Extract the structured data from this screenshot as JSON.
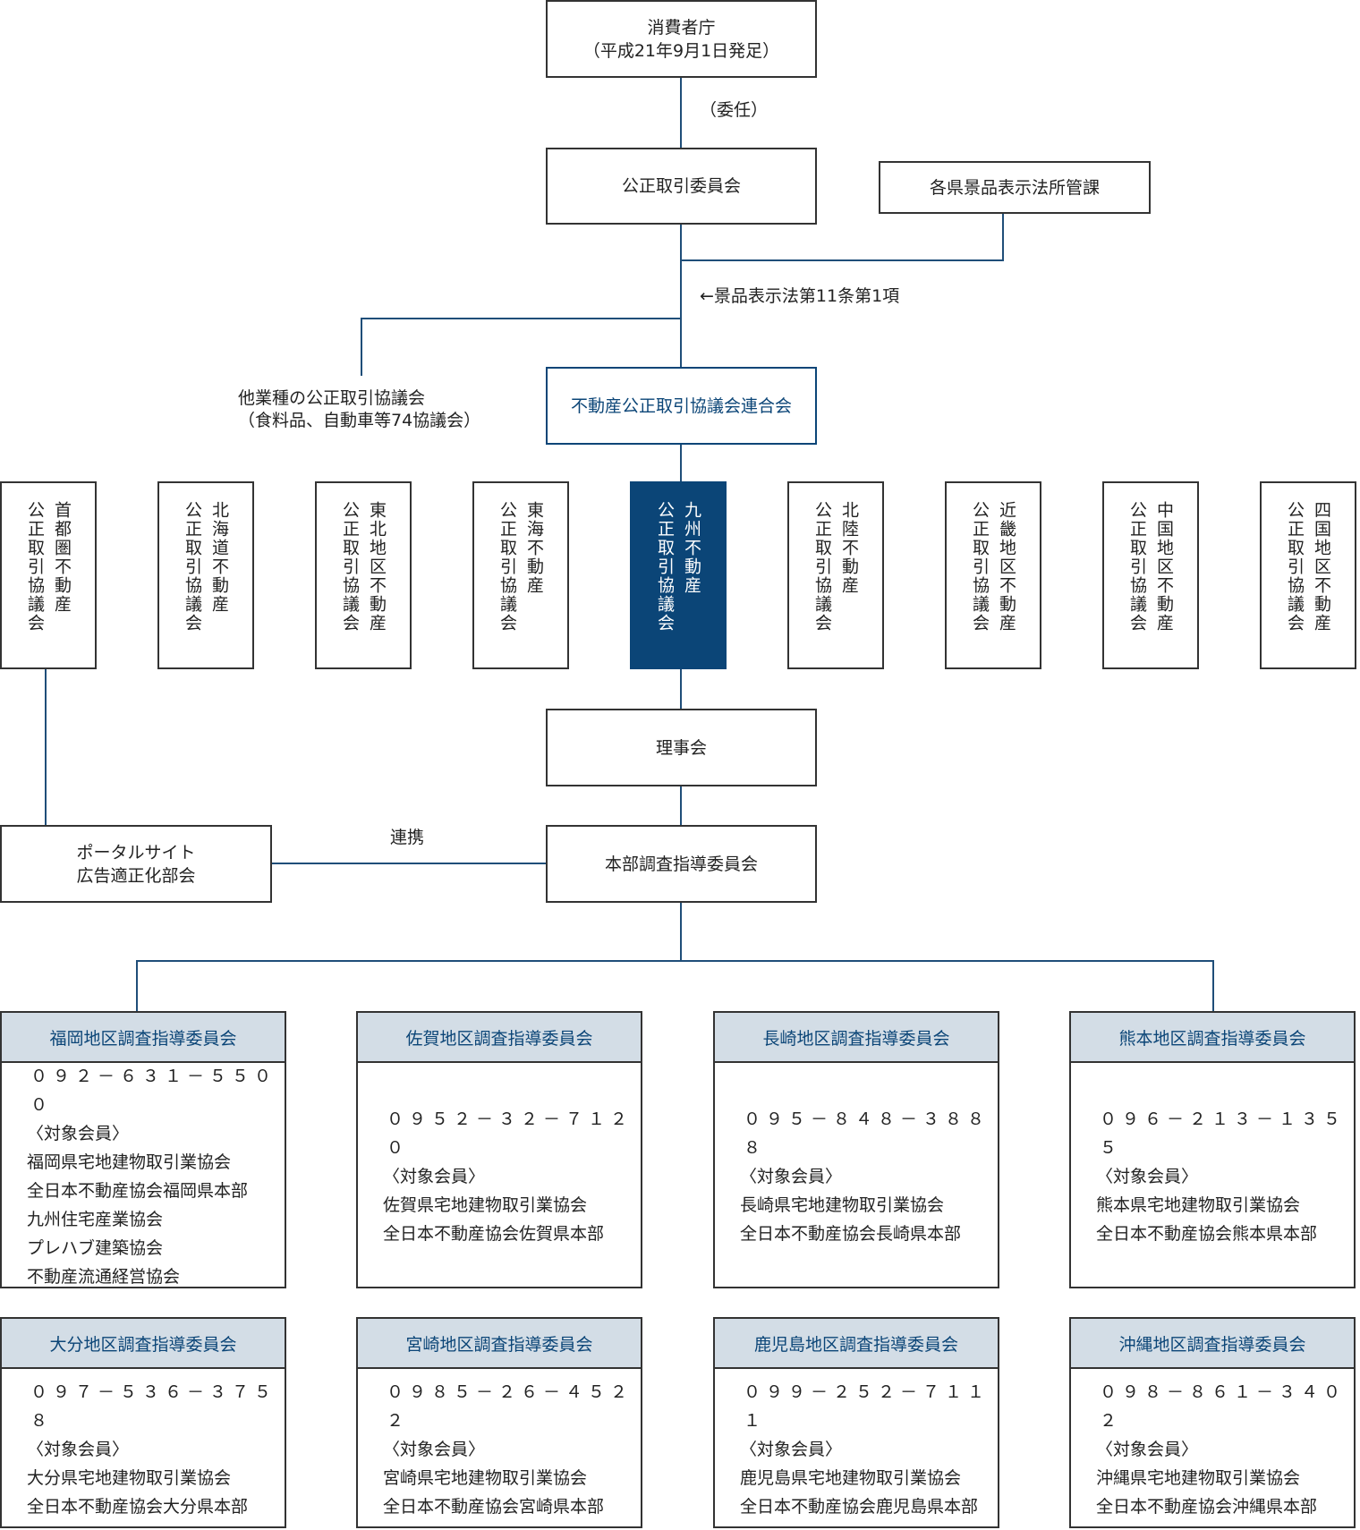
{
  "top": {
    "caa_name": "消費者庁",
    "caa_note": "（平成21年9月1日発足）",
    "delegation_label": "（委任）",
    "ftc": "公正取引委員会",
    "prefecture_office": "各県景品表示法所管課",
    "law_label": "←景品表示法第11条第1項",
    "other_councils_1": "他業種の公正取引協議会",
    "other_councils_2": "（食料品、自動車等74協議会）",
    "federation": "不動産公正取引協議会連合会"
  },
  "regional_councils": [
    {
      "line1": "首都圏不動産",
      "line2": "公正取引協議会",
      "highlight": false
    },
    {
      "line1": "北海道不動産",
      "line2": "公正取引協議会",
      "highlight": false
    },
    {
      "line1": "東北地区不動産",
      "line2": "公正取引協議会",
      "highlight": false
    },
    {
      "line1": "東海不動産",
      "line2": "公正取引協議会",
      "highlight": false
    },
    {
      "line1": "九州不動産",
      "line2": "公正取引協議会",
      "highlight": true
    },
    {
      "line1": "北陸不動産",
      "line2": "公正取引協議会",
      "highlight": false
    },
    {
      "line1": "近畿地区不動産",
      "line2": "公正取引協議会",
      "highlight": false
    },
    {
      "line1": "中国地区不動産",
      "line2": "公正取引協議会",
      "highlight": false
    },
    {
      "line1": "四国地区不動産",
      "line2": "公正取引協議会",
      "highlight": false
    }
  ],
  "board": "理事会",
  "hq_committee": "本部調査指導委員会",
  "portal_1": "ポータルサイト",
  "portal_2": "広告適正化部会",
  "link_label": "連携",
  "colors": {
    "accent": "#0b4577",
    "header_bg": "#d3dde6",
    "line": "#1f4e79"
  },
  "district_committees": [
    {
      "name": "福岡地区調査指導委員会",
      "phone": "０９２－６３１－５５００",
      "members_label": "〈対象会員〉",
      "members": [
        "福岡県宅地建物取引業協会",
        "全日本不動産協会福岡県本部",
        "九州住宅産業協会",
        "プレハブ建築協会",
        "不動産流通経営協会"
      ]
    },
    {
      "name": "佐賀地区調査指導委員会",
      "phone": "０９５２－３２－７１２０",
      "members_label": "〈対象会員〉",
      "members": [
        "佐賀県宅地建物取引業協会",
        "全日本不動産協会佐賀県本部"
      ]
    },
    {
      "name": "長崎地区調査指導委員会",
      "phone": "０９５－８４８－３８８８",
      "members_label": "〈対象会員〉",
      "members": [
        "長崎県宅地建物取引業協会",
        "全日本不動産協会長崎県本部"
      ]
    },
    {
      "name": "熊本地区調査指導委員会",
      "phone": "０９６－２１３－１３５５",
      "members_label": "〈対象会員〉",
      "members": [
        "熊本県宅地建物取引業協会",
        "全日本不動産協会熊本県本部"
      ]
    },
    {
      "name": "大分地区調査指導委員会",
      "phone": "０９７－５３６－３７５８",
      "members_label": "〈対象会員〉",
      "members": [
        "大分県宅地建物取引業協会",
        "全日本不動産協会大分県本部"
      ]
    },
    {
      "name": "宮崎地区調査指導委員会",
      "phone": "０９８５－２６－４５２２",
      "members_label": "〈対象会員〉",
      "members": [
        "宮崎県宅地建物取引業協会",
        "全日本不動産協会宮崎県本部"
      ]
    },
    {
      "name": "鹿児島地区調査指導委員会",
      "phone": "０９９－２５２－７１１１",
      "members_label": "〈対象会員〉",
      "members": [
        "鹿児島県宅地建物取引業協会",
        "全日本不動産協会鹿児島県本部"
      ]
    },
    {
      "name": "沖縄地区調査指導委員会",
      "phone": "０９８－８６１－３４０２",
      "members_label": "〈対象会員〉",
      "members": [
        "沖縄県宅地建物取引業協会",
        "全日本不動産協会沖縄県本部"
      ]
    }
  ]
}
